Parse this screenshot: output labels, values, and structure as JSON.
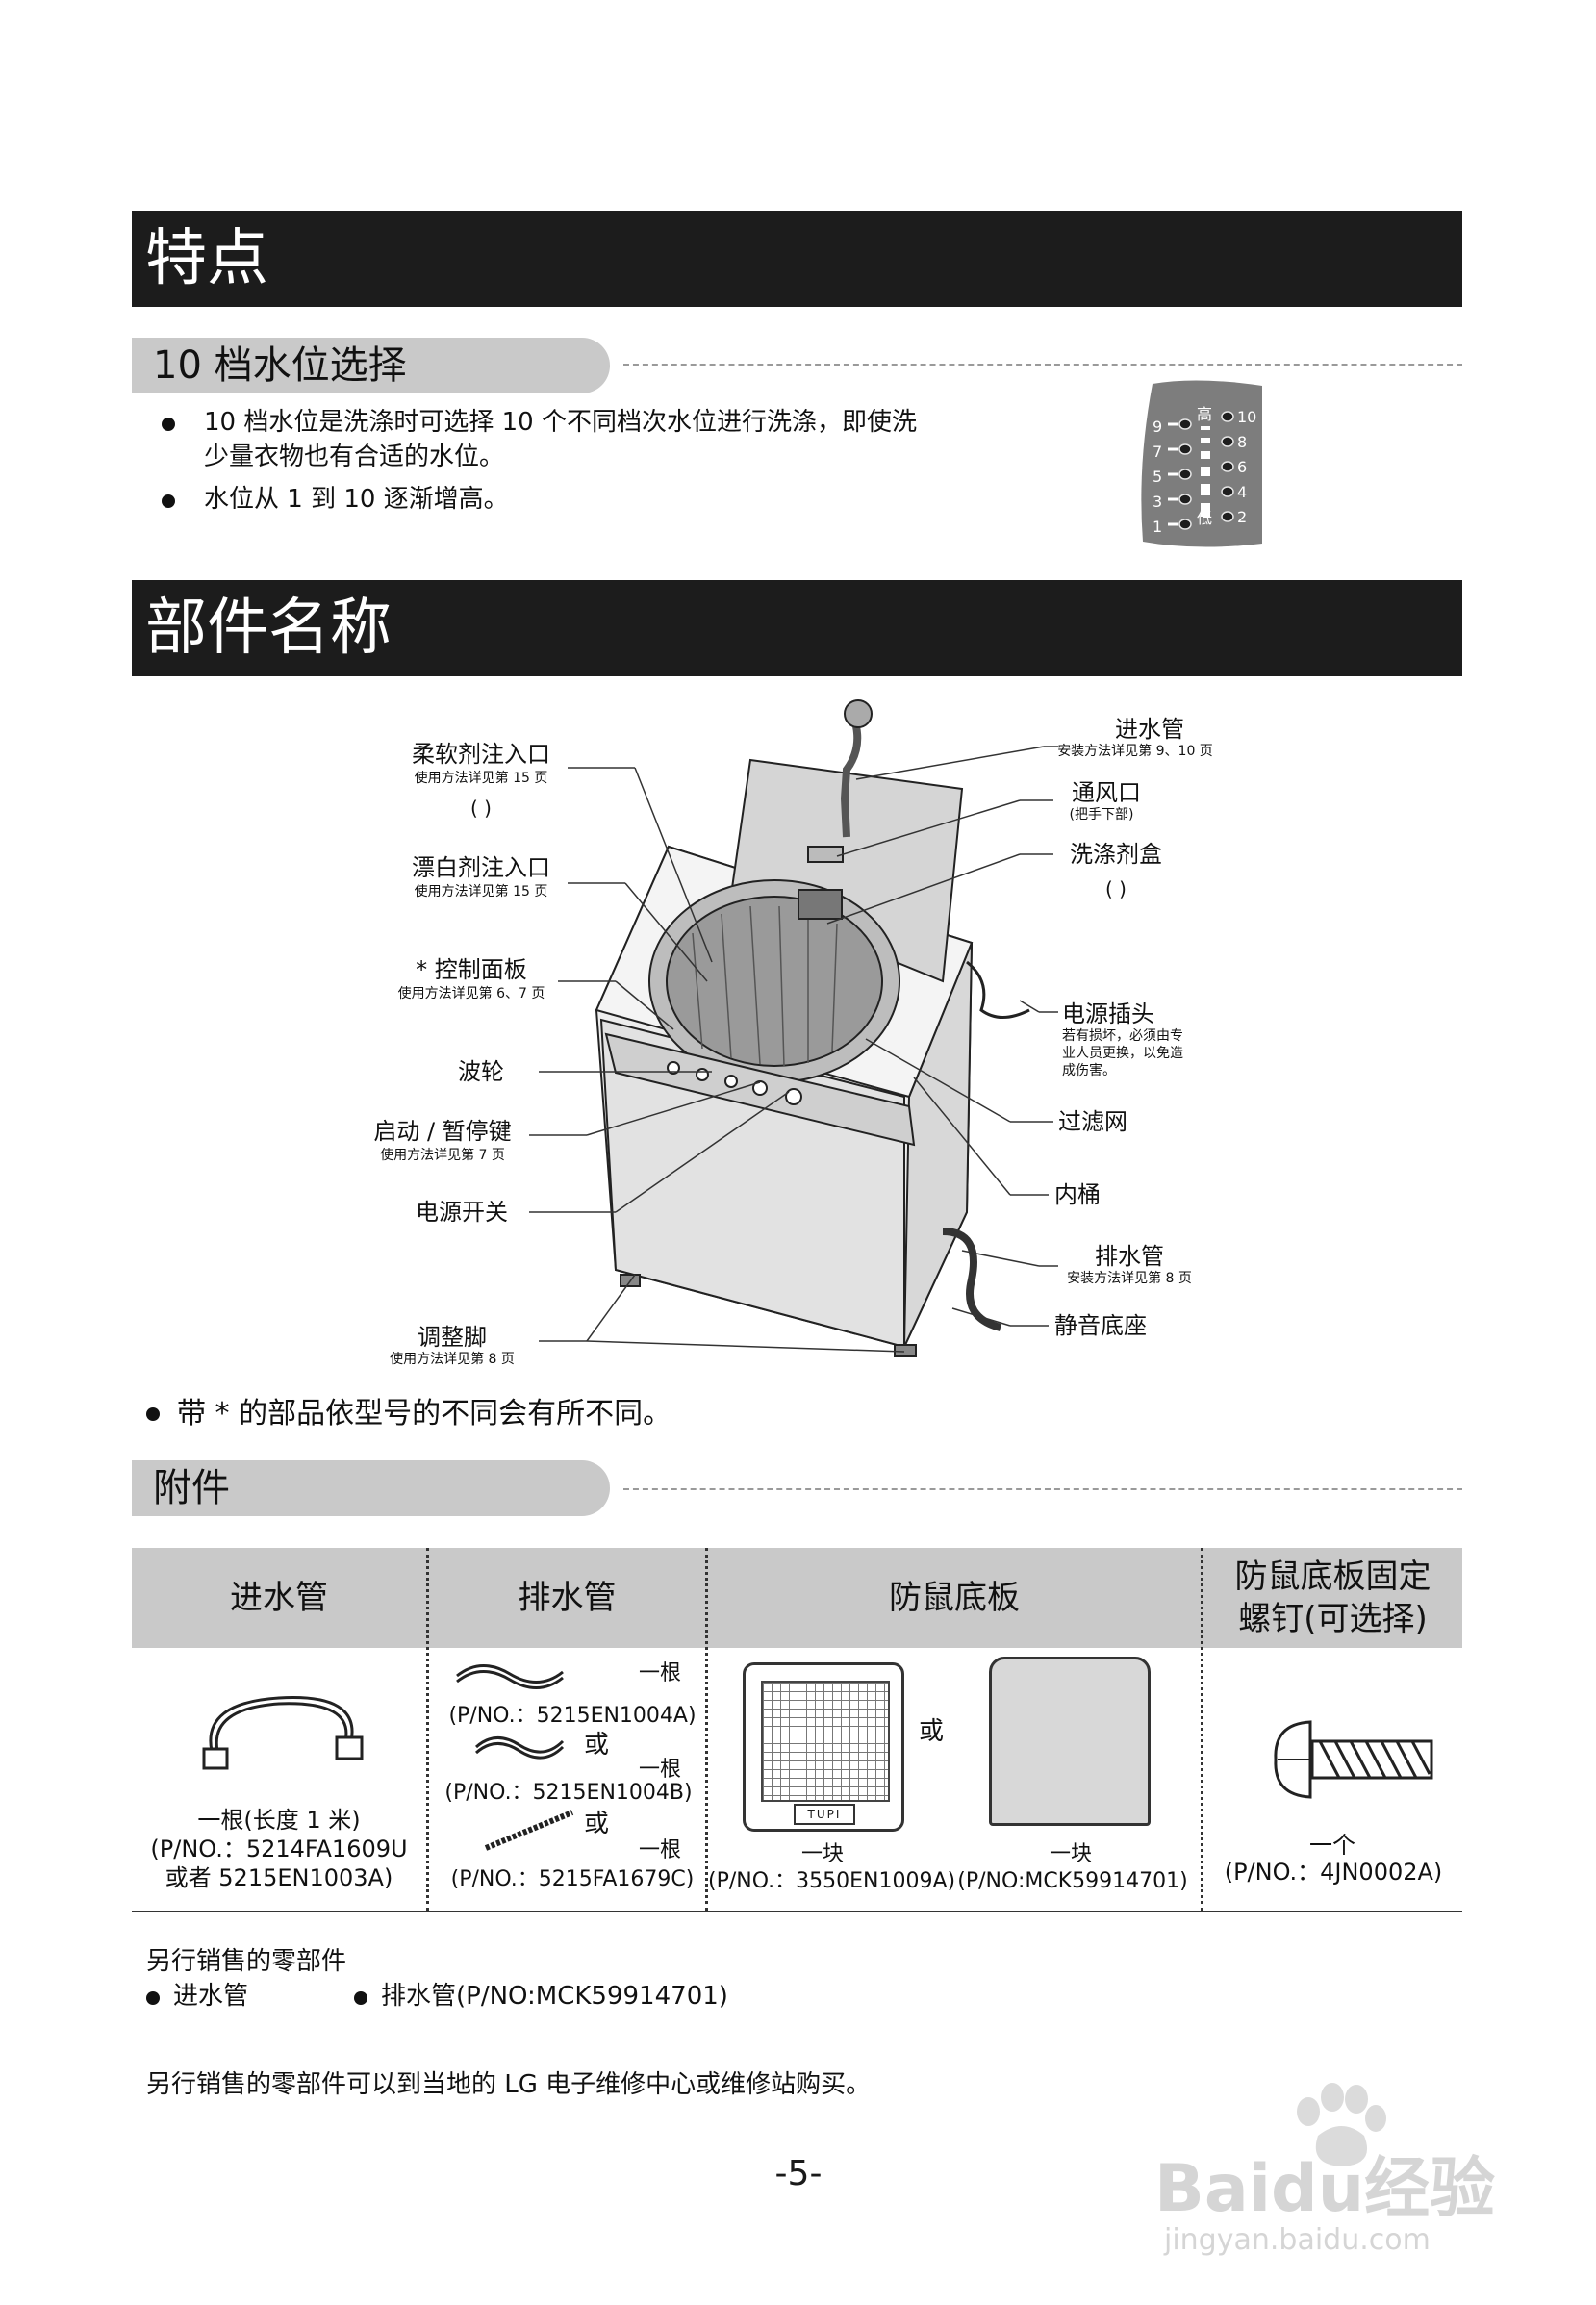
{
  "features": {
    "title": "特点",
    "water_level": {
      "heading": "10 档水位选择",
      "bullets": [
        "10 档水位是洗涤时可选择 10 个不同档次水位进行洗涤，即使洗",
        "少量衣物也有合适的水位。",
        "水位从 1 到 10 逐渐增高。"
      ],
      "panel_left_numbers": [
        "9",
        "7",
        "5",
        "3",
        "1"
      ],
      "panel_right_numbers": [
        "10",
        "8",
        "6",
        "4",
        "2"
      ],
      "panel_high": "高",
      "panel_low": "低"
    }
  },
  "parts": {
    "title": "部件名称",
    "labels_left": [
      {
        "name": "柔软剂注入口",
        "note": "使用方法详见第 15 页",
        "icon_text": "(      )"
      },
      {
        "name": "漂白剂注入口",
        "note": "使用方法详见第 15 页"
      },
      {
        "name": "* 控制面板",
        "note": "使用方法详见第 6、7 页"
      },
      {
        "name": "波轮",
        "note": ""
      },
      {
        "name": "启动 / 暂停键",
        "note": "使用方法详见第 7 页"
      },
      {
        "name": "电源开关",
        "note": ""
      },
      {
        "name": "调整脚",
        "note": "使用方法详见第 8 页"
      }
    ],
    "labels_right": [
      {
        "name": "进水管",
        "note": "安装方法详见第 9、10 页"
      },
      {
        "name": "通风口",
        "note": "(把手下部)"
      },
      {
        "name": "洗涤剂盒",
        "note": "(      )"
      },
      {
        "name": "电源插头",
        "note": "若有损坏，必须由专\n业人员更换，以免造\n成伤害。"
      },
      {
        "name": "过滤网",
        "note": ""
      },
      {
        "name": "内桶",
        "note": ""
      },
      {
        "name": "排水管",
        "note": "安装方法详见第 8 页"
      },
      {
        "name": "静音底座",
        "note": ""
      }
    ],
    "footnote": "带 * 的部品依型号的不同会有所不同。"
  },
  "accessories": {
    "heading": "附件",
    "columns": [
      "进水管",
      "排水管",
      "防鼠底板",
      "防鼠底板固定\n螺钉(可选择)"
    ],
    "inlet": {
      "qty": "一根(长度 1 米)",
      "pn": "(P/NO.：5214FA1609U",
      "alt": "或者 5215EN1003A)"
    },
    "drain": [
      {
        "qty": "一根",
        "pn": "(P/NO.：5215EN1004A)"
      },
      {
        "or": "或",
        "qty": "一根",
        "pn": "(P/NO.：5215EN1004B)"
      },
      {
        "or": "或",
        "qty": "一根",
        "pn": "(P/NO.：5215FA1679C)"
      }
    ],
    "board": {
      "or": "或",
      "a_qty": "一块",
      "a_pn": "(P/NO.：3550EN1009A)",
      "b_qty": "一块",
      "b_pn": "(P/NO:MCK59914701)",
      "panel_text": "TUPI"
    },
    "screw": {
      "qty": "一个",
      "pn": "(P/NO.：4JN0002A)"
    }
  },
  "sold_separately": {
    "title": "另行销售的零部件",
    "items": [
      "进水管",
      "排水管(P/NO:MCK59914701)"
    ],
    "note": "另行销售的零部件可以到当地的 LG 电子维修中心或维修站购买。"
  },
  "page_number": "-5-",
  "watermark": {
    "brand": "Baidu经验",
    "url": "jingyan.baidu.com"
  }
}
